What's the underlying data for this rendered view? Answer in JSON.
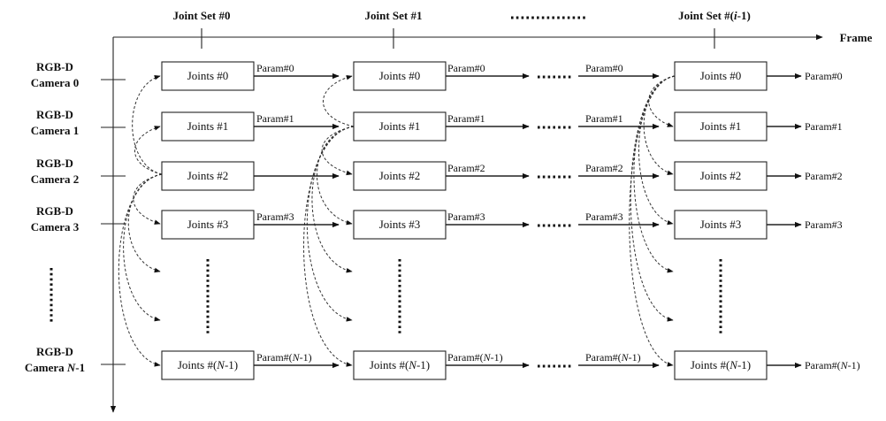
{
  "axis": {
    "frame_label": "Frame"
  },
  "joint_sets": [
    {
      "label_main": "Joint Set #0",
      "label_italic": "",
      "label_tail": ""
    },
    {
      "label_main": "Joint Set #1",
      "label_italic": "",
      "label_tail": ""
    },
    {
      "label_main": "Joint Set #(",
      "label_italic": "i",
      "label_tail": "-1)"
    }
  ],
  "cameras": [
    {
      "line1": "RGB-D",
      "line2_main": "Camera  0",
      "line2_italic": "",
      "line2_tail": ""
    },
    {
      "line1": "RGB-D",
      "line2_main": "Camera  1",
      "line2_italic": "",
      "line2_tail": ""
    },
    {
      "line1": "RGB-D",
      "line2_main": "Camera  2",
      "line2_italic": "",
      "line2_tail": ""
    },
    {
      "line1": "RGB-D",
      "line2_main": "Camera  3",
      "line2_italic": "",
      "line2_tail": ""
    },
    {
      "line1": "RGB-D",
      "line2_main": "Camera ",
      "line2_italic": "N",
      "line2_tail": "-1"
    }
  ],
  "rows": [
    {
      "joint_main": "Joints #0",
      "joint_italic": "",
      "joint_tail": "",
      "param_main": "Param#0",
      "param_italic": "",
      "param_tail": ""
    },
    {
      "joint_main": "Joints  #1",
      "joint_italic": "",
      "joint_tail": "",
      "param_main": "Param#1",
      "param_italic": "",
      "param_tail": ""
    },
    {
      "joint_main": "Joints #2",
      "joint_italic": "",
      "joint_tail": "",
      "param_main": "Param#2",
      "param_italic": "",
      "param_tail": ""
    },
    {
      "joint_main": "Joints #3",
      "joint_italic": "",
      "joint_tail": "",
      "param_main": "Param#3",
      "param_italic": "",
      "param_tail": ""
    },
    {
      "joint_main": "Joints  #(",
      "joint_italic": "N",
      "joint_tail": "-1)",
      "param_main": "Param#(",
      "param_italic": "N",
      "param_tail": "-1)"
    }
  ],
  "visible_params": [
    [
      "Param#0",
      "Param#1",
      null,
      "Param#3",
      "Param#(N-1)"
    ],
    [
      "Param#0",
      "Param#1",
      "Param#2",
      "Param#3",
      "Param#(N-1)"
    ],
    [
      "Param#0",
      "Param#1",
      "Param#2",
      "Param#3",
      "Param#(N-1)"
    ],
    [
      "Param#0",
      "Param#1",
      "Param#2",
      "Param#3",
      "Param#(N-1)"
    ]
  ]
}
